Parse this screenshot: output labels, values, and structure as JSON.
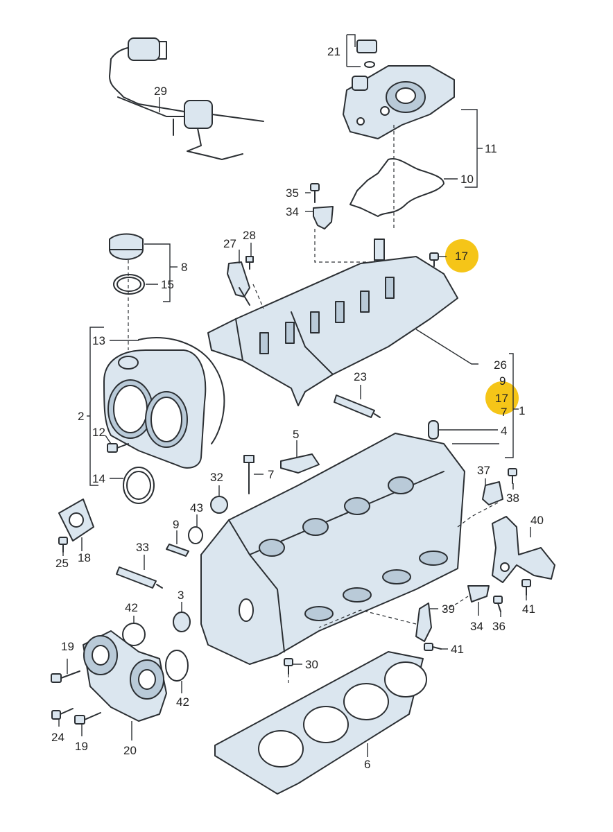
{
  "labels": [
    {
      "text": "1"
    },
    {
      "text": "2"
    },
    {
      "text": "3"
    },
    {
      "text": "4"
    },
    {
      "text": "5"
    },
    {
      "text": "6"
    },
    {
      "text": "7"
    },
    {
      "text": "7"
    },
    {
      "text": "8"
    },
    {
      "text": "9"
    },
    {
      "text": "9"
    },
    {
      "text": "10"
    },
    {
      "text": "11"
    },
    {
      "text": "12"
    },
    {
      "text": "13"
    },
    {
      "text": "14"
    },
    {
      "text": "15"
    },
    {
      "text": "17"
    },
    {
      "text": "17"
    },
    {
      "text": "18"
    },
    {
      "text": "19"
    },
    {
      "text": "19"
    },
    {
      "text": "20"
    },
    {
      "text": "21"
    },
    {
      "text": "23"
    },
    {
      "text": "24"
    },
    {
      "text": "25"
    },
    {
      "text": "26"
    },
    {
      "text": "27"
    },
    {
      "text": "28"
    },
    {
      "text": "29"
    },
    {
      "text": "30"
    },
    {
      "text": "32"
    },
    {
      "text": "33"
    },
    {
      "text": "34"
    },
    {
      "text": "34"
    },
    {
      "text": "35"
    },
    {
      "text": "36"
    },
    {
      "text": "37"
    },
    {
      "text": "38"
    },
    {
      "text": "39"
    },
    {
      "text": "40"
    },
    {
      "text": "41"
    },
    {
      "text": "41"
    },
    {
      "text": "42"
    },
    {
      "text": "42"
    },
    {
      "text": "43"
    }
  ],
  "highlight_color": "#f5c518"
}
